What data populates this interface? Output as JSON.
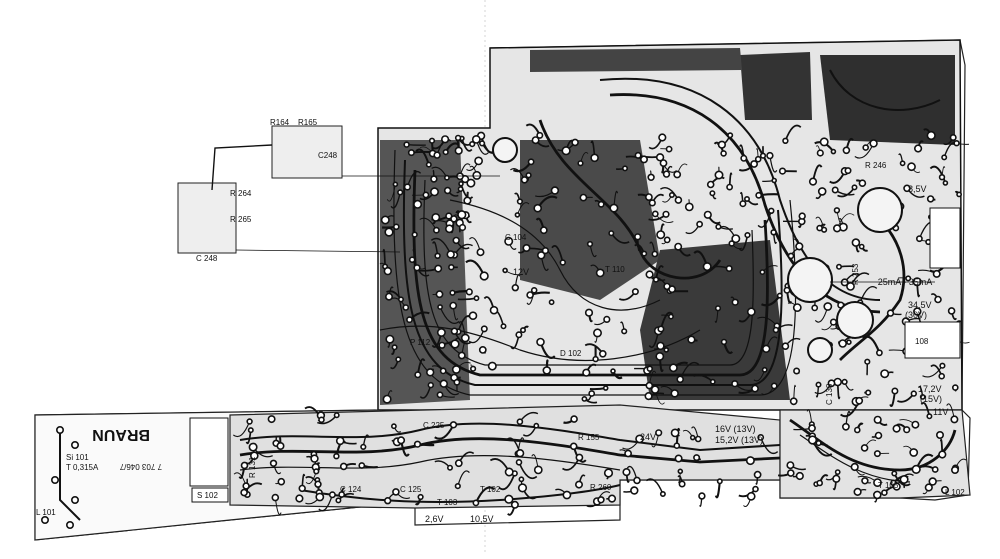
{
  "brand": "BRAUN",
  "part_number": "7 703 046/7",
  "modules": {
    "small_board_top": [
      "R164",
      "R165",
      "C248"
    ],
    "small_board_left": [
      "R 264",
      "R 265",
      "C 248"
    ]
  },
  "labels": {
    "si101": "Si 101",
    "fuse": "T 0,315A",
    "s102": "S 102",
    "l101": "L 101",
    "l102": "L 102",
    "t105": "T 105",
    "t103": "T 103",
    "t102": "T 102",
    "t110": "T 110",
    "p112": "P 112",
    "d102": "D 102",
    "r253": "R 253",
    "r260": "R 260",
    "r155": "R 155",
    "r131": "R 131",
    "c124": "C 124",
    "c125": "C 125",
    "c225": "C 225",
    "c104": "C 104",
    "r246": "R 246",
    "c138": "C 138",
    "p108": "108"
  },
  "voltages": {
    "v_2_6": "2,6V",
    "v_10_5": "10,5V",
    "v_24": "24V",
    "v_16": "16V (13V)",
    "v_15_2": "15,2V (13V)",
    "v_17_2": "17,2V",
    "v_15": "(15V)",
    "v_11": "11V",
    "v_34_5": "34,5V",
    "v_30": "(30V)",
    "current": "25mA - 35mA",
    "v_8_5": "8,5V",
    "v_12": "12V"
  }
}
